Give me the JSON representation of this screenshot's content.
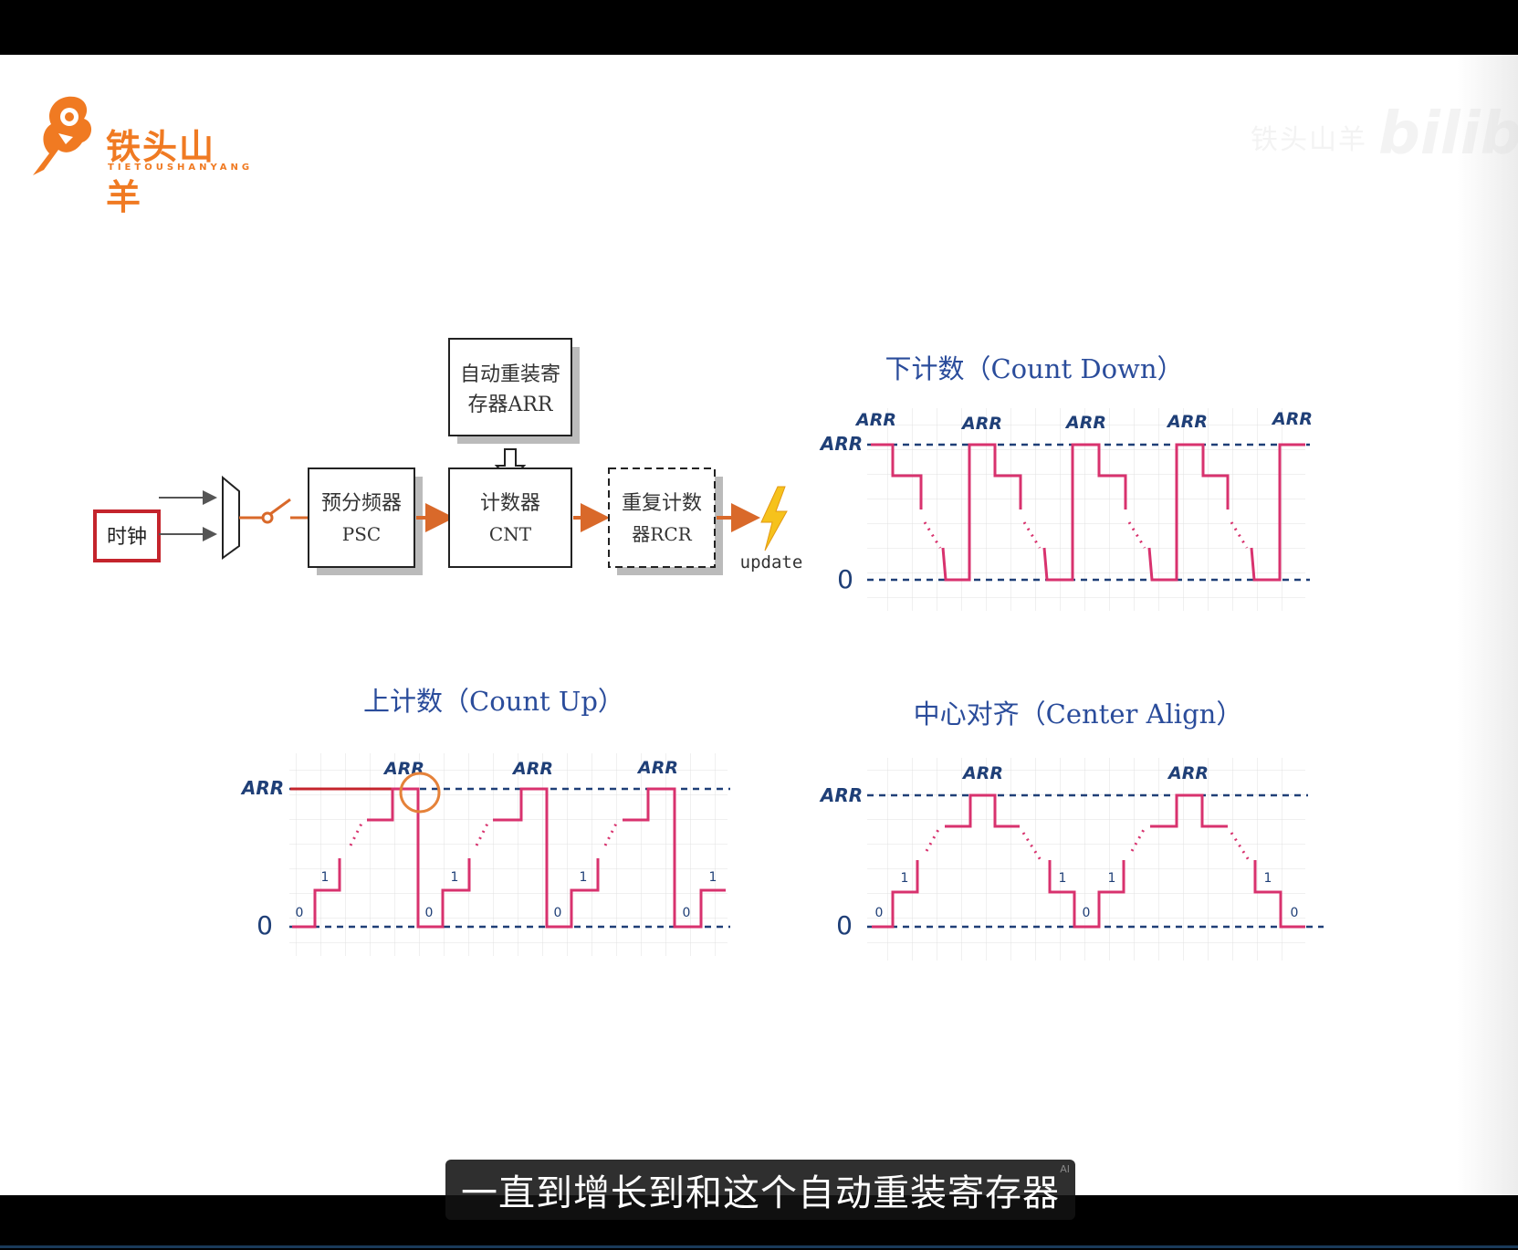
{
  "logo": {
    "name": "铁头山羊",
    "subtitle": "TIETOUSHANYANG"
  },
  "watermark": {
    "channel": "铁头山羊",
    "brand": "bilibili"
  },
  "block_diagram": {
    "clock": "时钟",
    "psc": [
      "预分频器",
      "PSC"
    ],
    "cnt": [
      "计数器",
      "CNT"
    ],
    "rcr": [
      "重复计数",
      "器RCR"
    ],
    "arr": [
      "自动重装寄",
      "存器ARR"
    ],
    "update": "update"
  },
  "charts": {
    "count_down": {
      "title": "下计数（Count Down）",
      "arr_label": "ARR",
      "zero_label": "0",
      "peak_label": "ARR"
    },
    "count_up": {
      "title": "上计数（Count Up）",
      "arr_label": "ARR",
      "zero_label": "0",
      "peak_label": "ARR",
      "step_zero": "0",
      "step_one": "1"
    },
    "center_align": {
      "title": "中心对齐（Center Align）",
      "arr_label": "ARR",
      "zero_label": "0",
      "peak_label": "ARR",
      "step_zero": "0",
      "step_one": "1"
    }
  },
  "subtitle": {
    "text": "一直到增长到和这个自动重装寄存器",
    "ai_mark": "AI"
  },
  "colors": {
    "accent_orange": "#d9692a",
    "signal_pink": "#d8326e",
    "handwriting_blue": "#1f3f77",
    "title_blue": "#2a4c9b",
    "clock_red": "#c4242c",
    "logo_orange": "#f07a22"
  }
}
